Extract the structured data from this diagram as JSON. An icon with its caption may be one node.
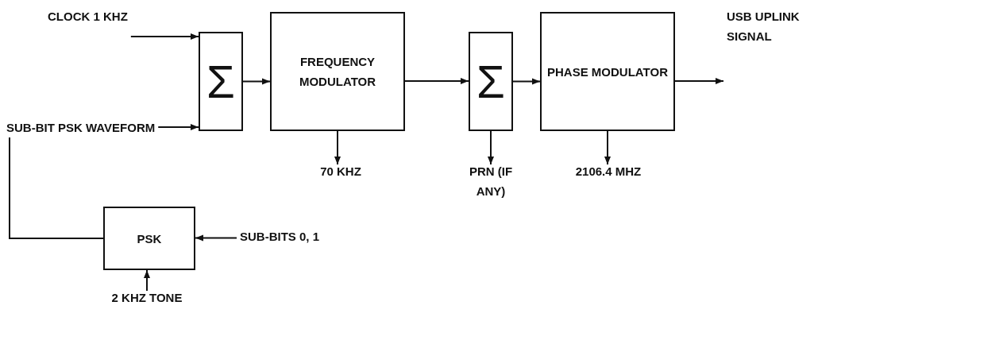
{
  "diagram": {
    "nodes": [
      {
        "text": [
          "CLOCK 1 KHZ"
        ]
      },
      {
        "text": [
          "Σ"
        ]
      },
      {
        "text": [
          "FREQUENCY MODULATOR"
        ]
      },
      {
        "text": [
          "Σ"
        ]
      },
      {
        "text": [
          "PHASE MODULATOR"
        ]
      },
      {
        "text": [
          "USB UPLINK SIGNAL"
        ]
      },
      {
        "text": [
          "SUB-BIT PSK WAVEFORM"
        ]
      },
      {
        "text": [
          "70 KHZ"
        ]
      },
      {
        "text": [
          "PRN (IF ANY)"
        ]
      },
      {
        "text": [
          "2106.4 MHZ"
        ]
      },
      {
        "text": [
          "PSK"
        ]
      },
      {
        "text": [
          "SUB-BITS 0, 1"
        ]
      },
      {
        "text": [
          "2 KHZ TONE"
        ]
      }
    ],
    "edges": [
      {
        "from": 0,
        "to": 1,
        "arrow": "to"
      },
      {
        "from": 1,
        "to": 2,
        "arrow": "to"
      },
      {
        "from": 2,
        "to": 3,
        "arrow": "to"
      },
      {
        "from": 3,
        "to": 4,
        "arrow": "to"
      },
      {
        "from": 4,
        "to": 5,
        "arrow": "to"
      },
      {
        "from": 6,
        "to": 1,
        "arrow": "to"
      },
      {
        "from": 2,
        "to": 7,
        "arrow": "to"
      },
      {
        "from": 3,
        "to": 8,
        "arrow": "to"
      },
      {
        "from": 4,
        "to": 9,
        "arrow": "to"
      },
      {
        "from": 10,
        "to": 6,
        "arrow": "none"
      },
      {
        "from": 11,
        "to": 10,
        "arrow": "to"
      },
      {
        "from": 12,
        "to": 10,
        "arrow": "to"
      }
    ]
  }
}
